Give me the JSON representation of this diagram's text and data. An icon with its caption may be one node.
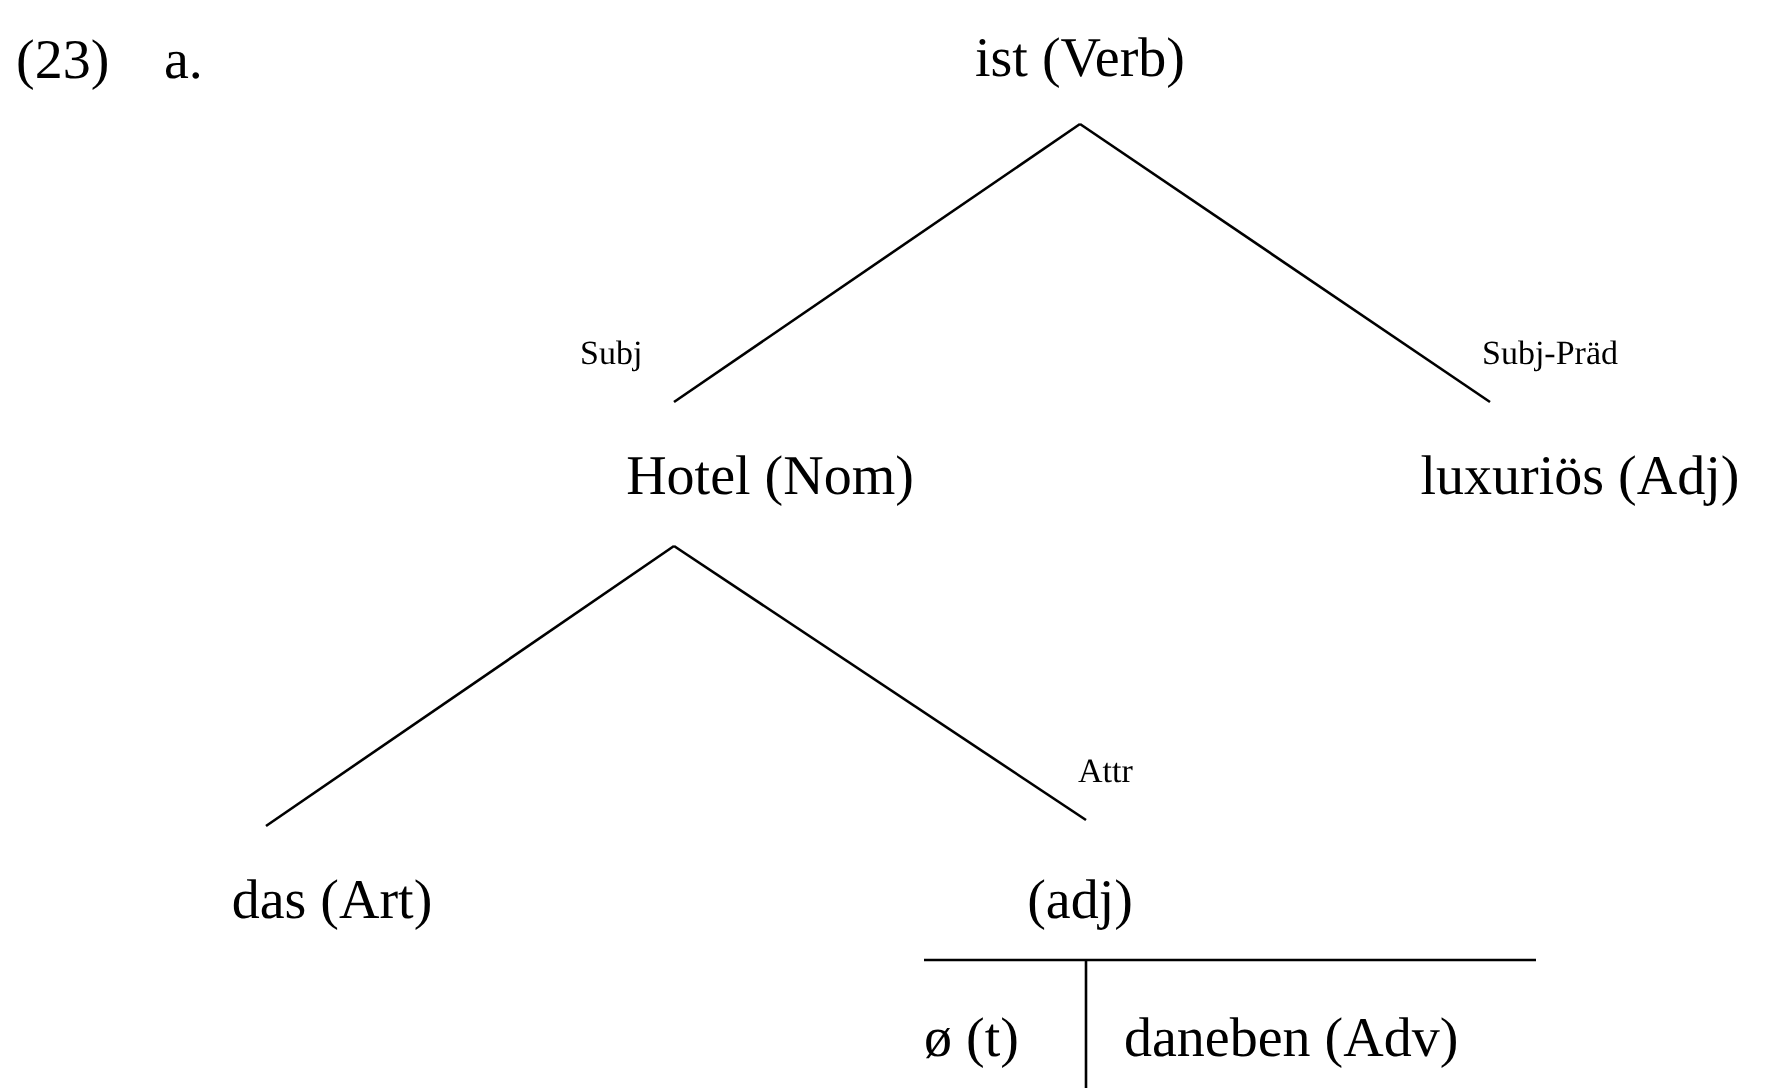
{
  "diagram": {
    "nodes": [
      {
        "text": [
          "ist (Verb)"
        ]
      },
      {
        "text": [
          "Hotel (Nom)"
        ]
      },
      {
        "text": [
          "luxuriös (Adj)"
        ]
      },
      {
        "text": [
          "das (Art)"
        ]
      },
      {
        "text": [
          "(adj)"
        ]
      }
    ],
    "edges": [
      {
        "from": 0,
        "to": 1,
        "arrow": "none",
        "label": "Subj"
      },
      {
        "from": 0,
        "to": 2,
        "arrow": "none",
        "label": "Subj-Präd"
      },
      {
        "from": 1,
        "to": 3,
        "arrow": "none"
      },
      {
        "from": 1,
        "to": 4,
        "arrow": "none",
        "label": "Attr"
      }
    ],
    "labels": [
      "(23)",
      "a.",
      "ø (t)",
      "daneben (Adv)"
    ]
  }
}
